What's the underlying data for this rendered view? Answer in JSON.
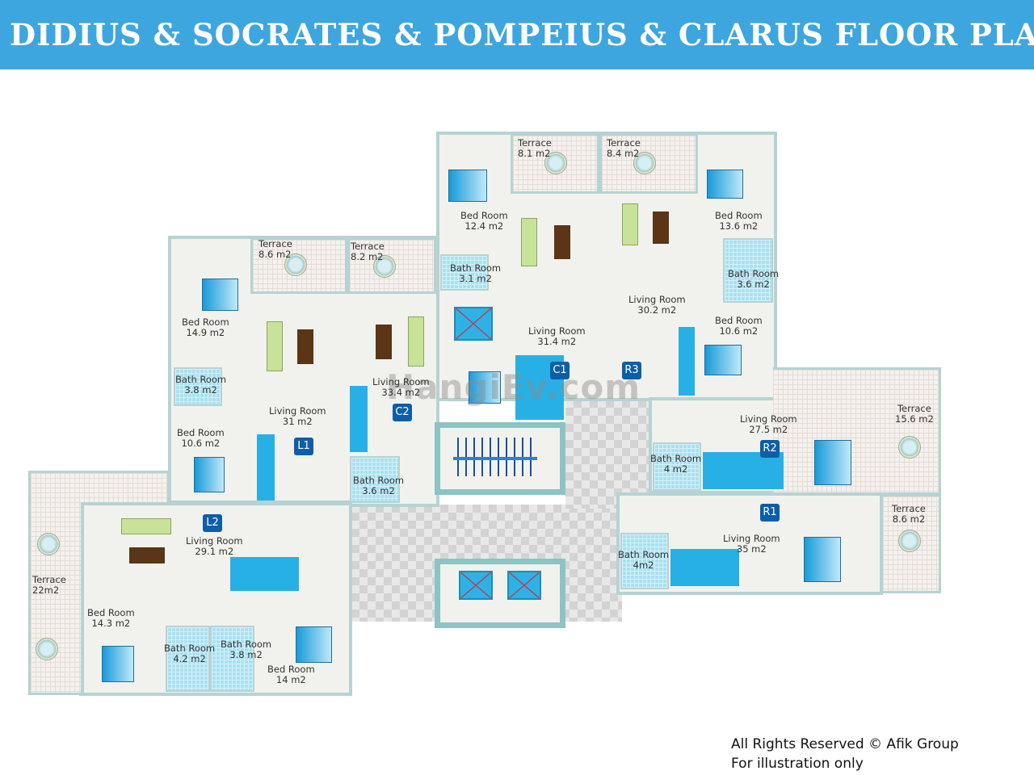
{
  "header": {
    "title": "DIDIUS & SOCRATES & POMPEIUS & CLARUS FLOOR PLAN"
  },
  "watermark": "HangiEv.com",
  "units": {
    "C1": {
      "badge": "C1",
      "rooms": [
        {
          "name": "Terrace",
          "area": "8.1 m2"
        },
        {
          "name": "Bed Room",
          "area": "12.4 m2"
        },
        {
          "name": "Bath Room",
          "area": "3.1 m2"
        },
        {
          "name": "Living Room",
          "area": "31.4  m2"
        }
      ]
    },
    "R3": {
      "badge": "R3",
      "rooms": [
        {
          "name": "Terrace",
          "area": "8.4 m2"
        },
        {
          "name": "Bed Room",
          "area": "13.6 m2"
        },
        {
          "name": "Bath Room",
          "area": "3.6 m2"
        },
        {
          "name": "Living Room",
          "area": "30.2  m2"
        },
        {
          "name": "Bed Room",
          "area": "10.6 m2"
        }
      ]
    },
    "L1": {
      "badge": "L1",
      "rooms": [
        {
          "name": "Terrace",
          "area": "8.6 m2"
        },
        {
          "name": "Bed Room",
          "area": "14.9 m2"
        },
        {
          "name": "Bath Room",
          "area": "3.8 m2"
        },
        {
          "name": "Living Room",
          "area": "31 m2"
        },
        {
          "name": "Bed Room",
          "area": "10.6 m2"
        }
      ]
    },
    "C2": {
      "badge": "C2",
      "rooms": [
        {
          "name": "Terrace",
          "area": "8.2 m2"
        },
        {
          "name": "Living Room",
          "area": "33.4  m2"
        },
        {
          "name": "Bath Room",
          "area": "3.6 m2"
        }
      ]
    },
    "R2": {
      "badge": "R2",
      "rooms": [
        {
          "name": "Terrace",
          "area": "15.6 m2"
        },
        {
          "name": "Living Room",
          "area": "27.5 m2"
        },
        {
          "name": "Bath Room",
          "area": "4 m2"
        }
      ]
    },
    "R1": {
      "badge": "R1",
      "rooms": [
        {
          "name": "Terrace",
          "area": "8.6 m2"
        },
        {
          "name": "Living Room",
          "area": "35 m2"
        },
        {
          "name": "Bath Room",
          "area": "4m2"
        }
      ]
    },
    "L2": {
      "badge": "L2",
      "rooms": [
        {
          "name": "Living Room",
          "area": "29.1 m2"
        },
        {
          "name": "Terrace",
          "area": "22m2"
        },
        {
          "name": "Bed Room",
          "area": "14.3 m2"
        },
        {
          "name": "Bath Room",
          "area": "4.2 m2"
        },
        {
          "name": "Bath Room",
          "area": "3.8 m2"
        },
        {
          "name": "Bed Room",
          "area": "14 m2"
        }
      ]
    }
  },
  "footer": {
    "rights": "All Rights Reserved © Afik Group",
    "note": "For illustration only"
  }
}
